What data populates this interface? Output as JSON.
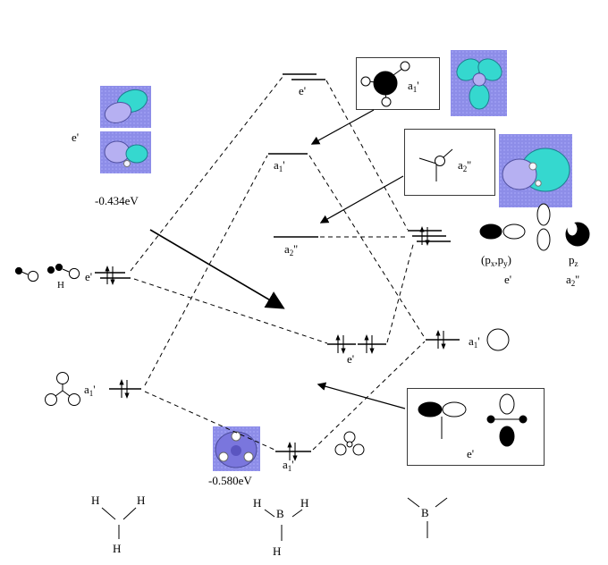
{
  "figure": {
    "type": "molecular-orbital-diagram",
    "molecule": "BH3",
    "fragments": [
      "3H",
      "BH3",
      "B"
    ]
  },
  "labels": {
    "e_prime": "e'",
    "a1_base": "a",
    "a1_sub": "1",
    "a1_prime": "'",
    "a2_base": "a",
    "a2_sub": "2",
    "a2_prime": "''",
    "pxy_p1": "(p",
    "pxy_s1": "x",
    "pxy_p2": ",p",
    "pxy_s2": "y",
    "pxy_p3": ")",
    "pz_base": "p",
    "pz_sub": "z",
    "H": "H",
    "B": "B"
  },
  "energies": {
    "e_prime_mo": "-0.434eV",
    "a1_prime_mo": "-0.580eV"
  },
  "levels": [
    {
      "id": "e-prime-antibonding",
      "label": "e'",
      "electrons": 0
    },
    {
      "id": "a1-prime-antibonding",
      "label": "a1'",
      "electrons": 0
    },
    {
      "id": "a2-doubleprime-nonbonding",
      "label": "a2''",
      "electrons": 0
    },
    {
      "id": "e-prime-bonding",
      "label": "e'",
      "electrons": 4
    },
    {
      "id": "a1-prime-bonding",
      "label": "a1'",
      "electrons": 2,
      "energy": "-0.580eV"
    },
    {
      "id": "h3-e-prime",
      "label": "e'",
      "electrons": 2
    },
    {
      "id": "h3-a1-prime",
      "label": "a1'",
      "electrons": 2
    },
    {
      "id": "b-2p",
      "label": "(px,py) e' / pz a2''",
      "electrons": 2
    },
    {
      "id": "b-2s",
      "label": "a1'",
      "electrons": 2
    }
  ],
  "colors": {
    "line": "#000000",
    "image_background": "#8d8de8",
    "cyan_lobe": "#35d8cf",
    "lavender_lobe": "#b6b0f2",
    "dark_blob": "#7a76dd"
  }
}
